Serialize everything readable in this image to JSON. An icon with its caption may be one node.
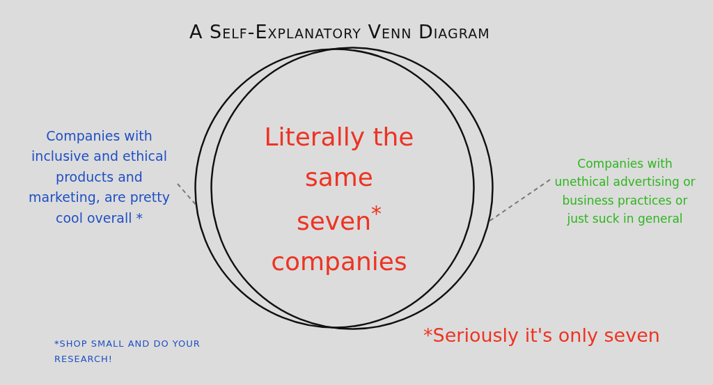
{
  "diagram": {
    "title": "A Self-Explanatory Venn Diagram",
    "nodes": [
      {
        "text": [],
        "shape": "circle"
      },
      {
        "text": [],
        "shape": "circle"
      },
      {
        "text": [
          "Companies with inclusive and ethical products and marketing, are pretty cool overall *"
        ]
      },
      {
        "text": [
          "Companies with unethical advertising or business practices or just suck in general"
        ]
      }
    ],
    "edges": [
      {
        "from": 2,
        "to": 0,
        "arrow": "none",
        "style": "dashed"
      },
      {
        "from": 3,
        "to": 1,
        "arrow": "none",
        "style": "dashed"
      }
    ],
    "labels": [
      "Literally the same seven$^{*}$ companies",
      "*Seriously it's only seven",
      "*SHOP SMALL AND DO YOUR RESEARCH!"
    ]
  }
}
